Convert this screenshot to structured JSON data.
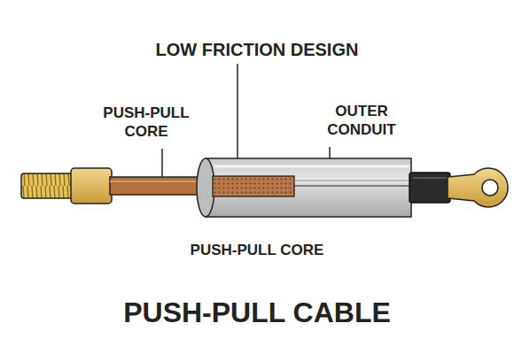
{
  "diagram": {
    "title": "PUSH-PULL CABLE",
    "labels": [
      "LOW FRICTION DESIGN",
      "PUSH-PULL CORE",
      "OUTER CONDUIT",
      "PUSH-PULL CORE"
    ]
  }
}
